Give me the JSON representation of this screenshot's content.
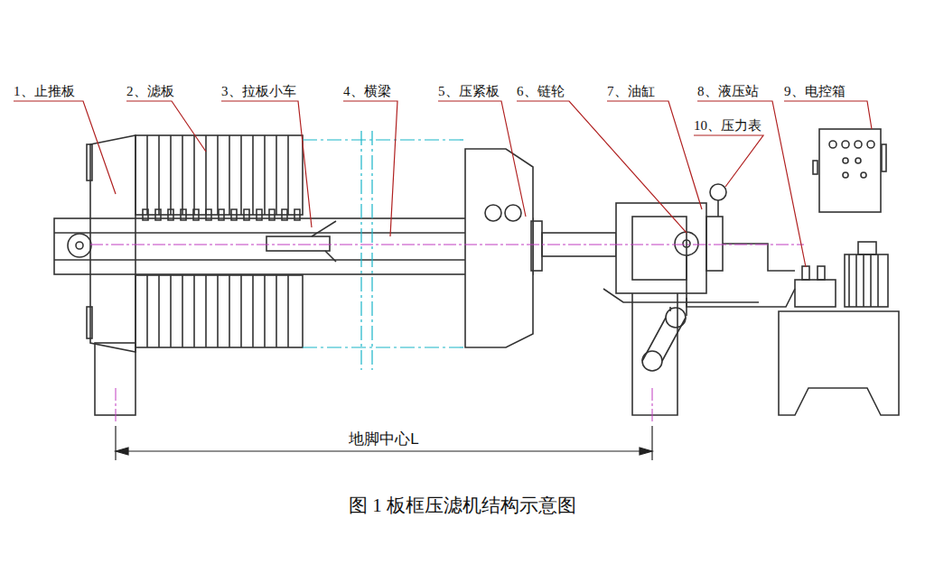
{
  "diagram": {
    "caption": "图 1 板框压滤机结构示意图",
    "labels": [
      "1、止推板",
      "2、滤板",
      "3、拉板小车",
      "4、横梁",
      "5、压紧板",
      "6、链轮",
      "7、油缸",
      "8、液压站",
      "9、电控箱",
      "10、压力表",
      "地脚中心L"
    ]
  }
}
